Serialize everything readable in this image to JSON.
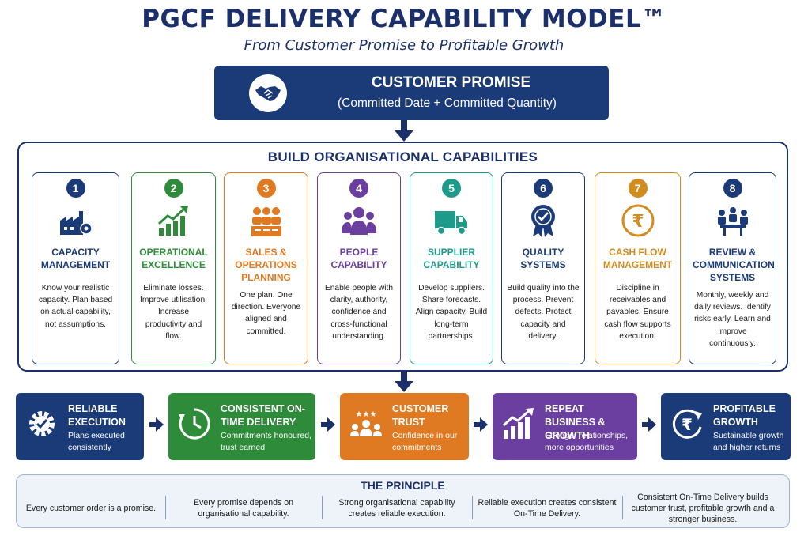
{
  "title": "PGCF DELIVERY CAPABILITY MODEL™",
  "subtitle": "From Customer Promise to Profitable Growth",
  "promise": {
    "title": "CUSTOMER PROMISE",
    "subtitle": "(Committed Date + Committed Quantity)",
    "icon": "handshake-icon"
  },
  "capabilities": {
    "heading": "BUILD ORGANISATIONAL CAPABILITIES",
    "cards": [
      {
        "num": "1",
        "title": "CAPACITY MANAGEMENT",
        "desc": "Know your realistic capacity. Plan based on actual capability, not assumptions.",
        "color": "#1b3a78",
        "icon": "factory-gear-icon"
      },
      {
        "num": "2",
        "title": "OPERATIONAL EXCELLENCE",
        "desc": "Eliminate losses. Improve utilisation. Increase productivity and flow.",
        "color": "#2e8b3a",
        "icon": "growth-chart-icon"
      },
      {
        "num": "3",
        "title": "SALES & OPERATIONS PLANNING",
        "desc": "One plan. One direction. Everyone aligned and committed.",
        "color": "#e07a22",
        "icon": "team-planning-icon"
      },
      {
        "num": "4",
        "title": "PEOPLE CAPABILITY",
        "desc": "Enable people with clarity, authority, confidence and cross-functional understanding.",
        "color": "#6b3fa0",
        "icon": "people-group-icon"
      },
      {
        "num": "5",
        "title": "SUPPLIER CAPABILITY",
        "desc": "Develop suppliers. Share forecasts. Align capacity. Build long-term partnerships.",
        "color": "#1e9a8a",
        "icon": "truck-icon"
      },
      {
        "num": "6",
        "title": "QUALITY SYSTEMS",
        "desc": "Build quality into the process. Prevent defects. Protect capacity and delivery.",
        "color": "#1b3a78",
        "icon": "quality-badge-icon"
      },
      {
        "num": "7",
        "title": "CASH FLOW MANAGEMENT",
        "desc": "Discipline in receivables and payables. Ensure cash flow supports execution.",
        "color": "#d18b1f",
        "icon": "rupee-coin-icon"
      },
      {
        "num": "8",
        "title": "REVIEW & COMMUNICATION SYSTEMS",
        "desc": "Monthly, weekly and daily reviews. Identify risks early. Learn and improve continuously.",
        "color": "#1b3a78",
        "icon": "meeting-icon"
      }
    ]
  },
  "flow": [
    {
      "title": "RELIABLE EXECUTION",
      "desc": "Plans executed consistently",
      "color": "#1b3a78",
      "icon": "gear-check-icon"
    },
    {
      "title": "CONSISTENT ON-TIME DELIVERY",
      "desc": "Commitments honoured, trust earned",
      "color": "#2e8b3a",
      "icon": "clock-icon"
    },
    {
      "title": "CUSTOMER TRUST",
      "desc": "Confidence in our commitments",
      "color": "#e07a22",
      "icon": "customer-stars-icon"
    },
    {
      "title": "REPEAT BUSINESS & GROWTH",
      "desc": "Stronger relationships, more opportunities",
      "color": "#6b3fa0",
      "icon": "growth-bars-icon"
    },
    {
      "title": "PROFITABLE GROWTH",
      "desc": "Sustainable growth and higher returns",
      "color": "#1b3a78",
      "icon": "rupee-cycle-icon"
    }
  ],
  "principle": {
    "title": "THE PRINCIPLE",
    "items": [
      "Every customer order is a promise.",
      "Every promise depends on organisational capability.",
      "Strong organisational capability creates reliable execution.",
      "Reliable execution creates consistent On-Time Delivery.",
      "Consistent On-Time Delivery builds customer trust, profitable growth and a stronger business."
    ]
  }
}
